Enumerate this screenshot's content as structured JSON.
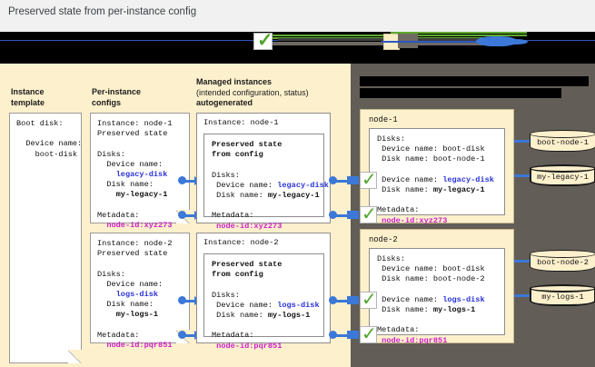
{
  "title": "Preserved state from per-instance config",
  "legend": {
    "items": [
      {
        "icon": "green-check-icon",
        "label": ""
      },
      {
        "icon": "cream-box-icon",
        "label": ""
      },
      {
        "icon": "blue-cylinder-icon",
        "label": ""
      }
    ]
  },
  "columns": {
    "template": "Instance\ntemplate",
    "configs": "Per-instance\nconfigs",
    "managed_line1": "Managed instances",
    "managed_line2": "(intended configuration, status)",
    "managed_line3": "autogenerated",
    "actual_line1": "",
    "actual_line2": ""
  },
  "colors": {
    "panel_left": "#fdf0cc",
    "panel_right": "#625d57",
    "accent_blue": "#2a33d8",
    "accent_magenta": "#cc1fcc",
    "connector_blue": "#3b78d8",
    "check_green": "#4fa42a",
    "page_bg": "#f1f1f1"
  },
  "instance_template": {
    "lines": [
      "Boot disk:",
      "",
      "  Device name:",
      "    boot-disk"
    ]
  },
  "per_instance_configs": [
    {
      "instance": "Instance: node-1",
      "preserved": "Preserved state",
      "disks_label": "Disks:",
      "device_name_label": "  Device name:",
      "device_name_value": "legacy-disk",
      "disk_name_label": "  Disk name:",
      "disk_name_value": "my-legacy-1",
      "metadata_label": "Metadata:",
      "metadata_value": "node-id:xyz273"
    },
    {
      "instance": "Instance: node-2",
      "preserved": "Preserved state",
      "disks_label": "Disks:",
      "device_name_label": "  Device name:",
      "device_name_value": "logs-disk",
      "disk_name_label": "  Disk name:",
      "disk_name_value": "my-logs-1",
      "metadata_label": "Metadata:",
      "metadata_value": "node-id:pqr851"
    }
  ],
  "managed_instances": [
    {
      "instance": "Instance: node-1",
      "preserved_line1": "Preserved state",
      "preserved_line2": "from config",
      "disks_label": "Disks:",
      "device_name_label": " Device name: ",
      "device_name_value": "legacy-disk",
      "disk_name_label": " Disk name: ",
      "disk_name_value": "my-legacy-1",
      "metadata_label": "Metadata:",
      "metadata_value": "node-id:xyz273"
    },
    {
      "instance": "Instance: node-2",
      "preserved_line1": "Preserved state",
      "preserved_line2": "from config",
      "disks_label": "Disks:",
      "device_name_label": " Device name: ",
      "device_name_value": "logs-disk",
      "disk_name_label": " Disk name: ",
      "disk_name_value": "my-logs-1",
      "metadata_label": "Metadata:",
      "metadata_value": "node-id:pqr851"
    }
  ],
  "actual_nodes": [
    {
      "name": "node-1",
      "disks_label": "Disks:",
      "boot_device_line": " Device name: boot-disk",
      "boot_disk_line": " Disk name: boot-node-1",
      "device_name_label": " Device name: ",
      "device_name_value": "legacy-disk",
      "disk_name_label": " Disk name: ",
      "disk_name_value": "my-legacy-1",
      "metadata_label": "Metadata:",
      "metadata_value": "node-id:xyz273",
      "disks": [
        {
          "label": "boot-node-1",
          "emphasis": false
        },
        {
          "label": "my-legacy-1",
          "emphasis": true
        }
      ]
    },
    {
      "name": "node-2",
      "disks_label": "Disks:",
      "boot_device_line": " Device name: boot-disk",
      "boot_disk_line": " Disk name: boot-node-2",
      "device_name_label": " Device name: ",
      "device_name_value": "logs-disk",
      "disk_name_label": " Disk name: ",
      "disk_name_value": "my-logs-1",
      "metadata_label": "Metadata:",
      "metadata_value": "node-id:pqr851",
      "disks": [
        {
          "label": "boot-node-2",
          "emphasis": false
        },
        {
          "label": "my-logs-1",
          "emphasis": true
        }
      ]
    }
  ]
}
